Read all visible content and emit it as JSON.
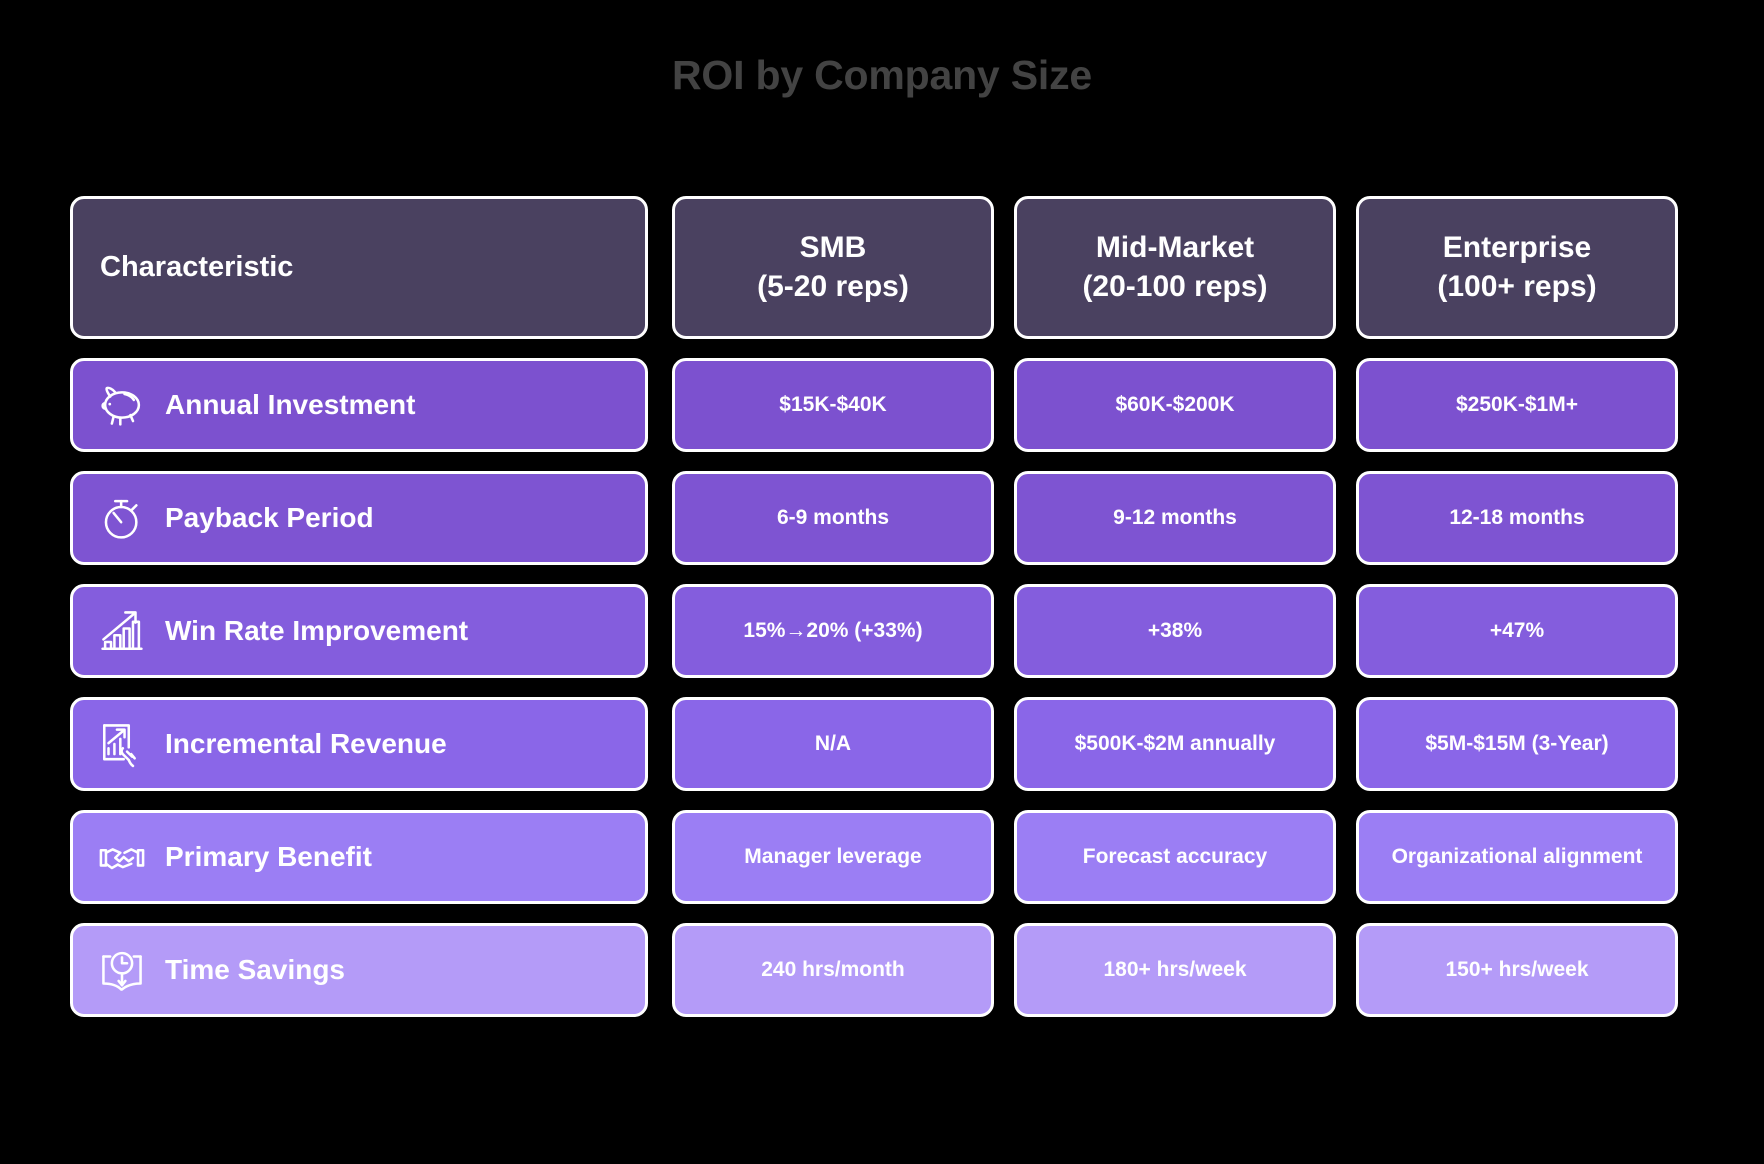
{
  "title": "ROI by Company Size",
  "colors": {
    "background": "#000000",
    "title_text": "#434343",
    "header_cell": "#4a4160",
    "cell_border": "#ffffff",
    "row_tints": [
      "#7c51cf",
      "#7e54d2",
      "#845ddd",
      "#8a66e8",
      "#9b7ef4",
      "#b49bf8"
    ]
  },
  "chart_data": {
    "type": "table",
    "title": "ROI by Company Size",
    "columns": [
      {
        "label": "Characteristic",
        "sub": ""
      },
      {
        "label": "SMB",
        "sub": "(5-20 reps)"
      },
      {
        "label": "Mid-Market",
        "sub": "(20-100 reps)"
      },
      {
        "label": "Enterprise",
        "sub": "(100+ reps)"
      }
    ],
    "rows": [
      {
        "icon": "piggy-bank-icon",
        "characteristic": "Annual Investment",
        "smb": "$15K-$40K",
        "mid_market": "$60K-$200K",
        "enterprise": "$250K-$1M+"
      },
      {
        "icon": "stopwatch-icon",
        "characteristic": "Payback Period",
        "smb": "6-9 months",
        "mid_market": "9-12 months",
        "enterprise": "12-18 months"
      },
      {
        "icon": "bar-chart-arrow-up-icon",
        "characteristic": "Win Rate Improvement",
        "smb": "15%→20% (+33%)",
        "mid_market": "+38%",
        "enterprise": "+47%"
      },
      {
        "icon": "report-hand-icon",
        "characteristic": "Incremental Revenue",
        "smb": "N/A",
        "mid_market": "$500K-$2M annually",
        "enterprise": "$5M-$15M (3-Year)"
      },
      {
        "icon": "handshake-icon",
        "characteristic": "Primary Benefit",
        "smb": "Manager leverage",
        "mid_market": "Forecast accuracy",
        "enterprise": "Organizational alignment"
      },
      {
        "icon": "book-clock-icon",
        "characteristic": "Time Savings",
        "smb": "240 hrs/month",
        "mid_market": "180+ hrs/week",
        "enterprise": "150+ hrs/week"
      }
    ]
  }
}
